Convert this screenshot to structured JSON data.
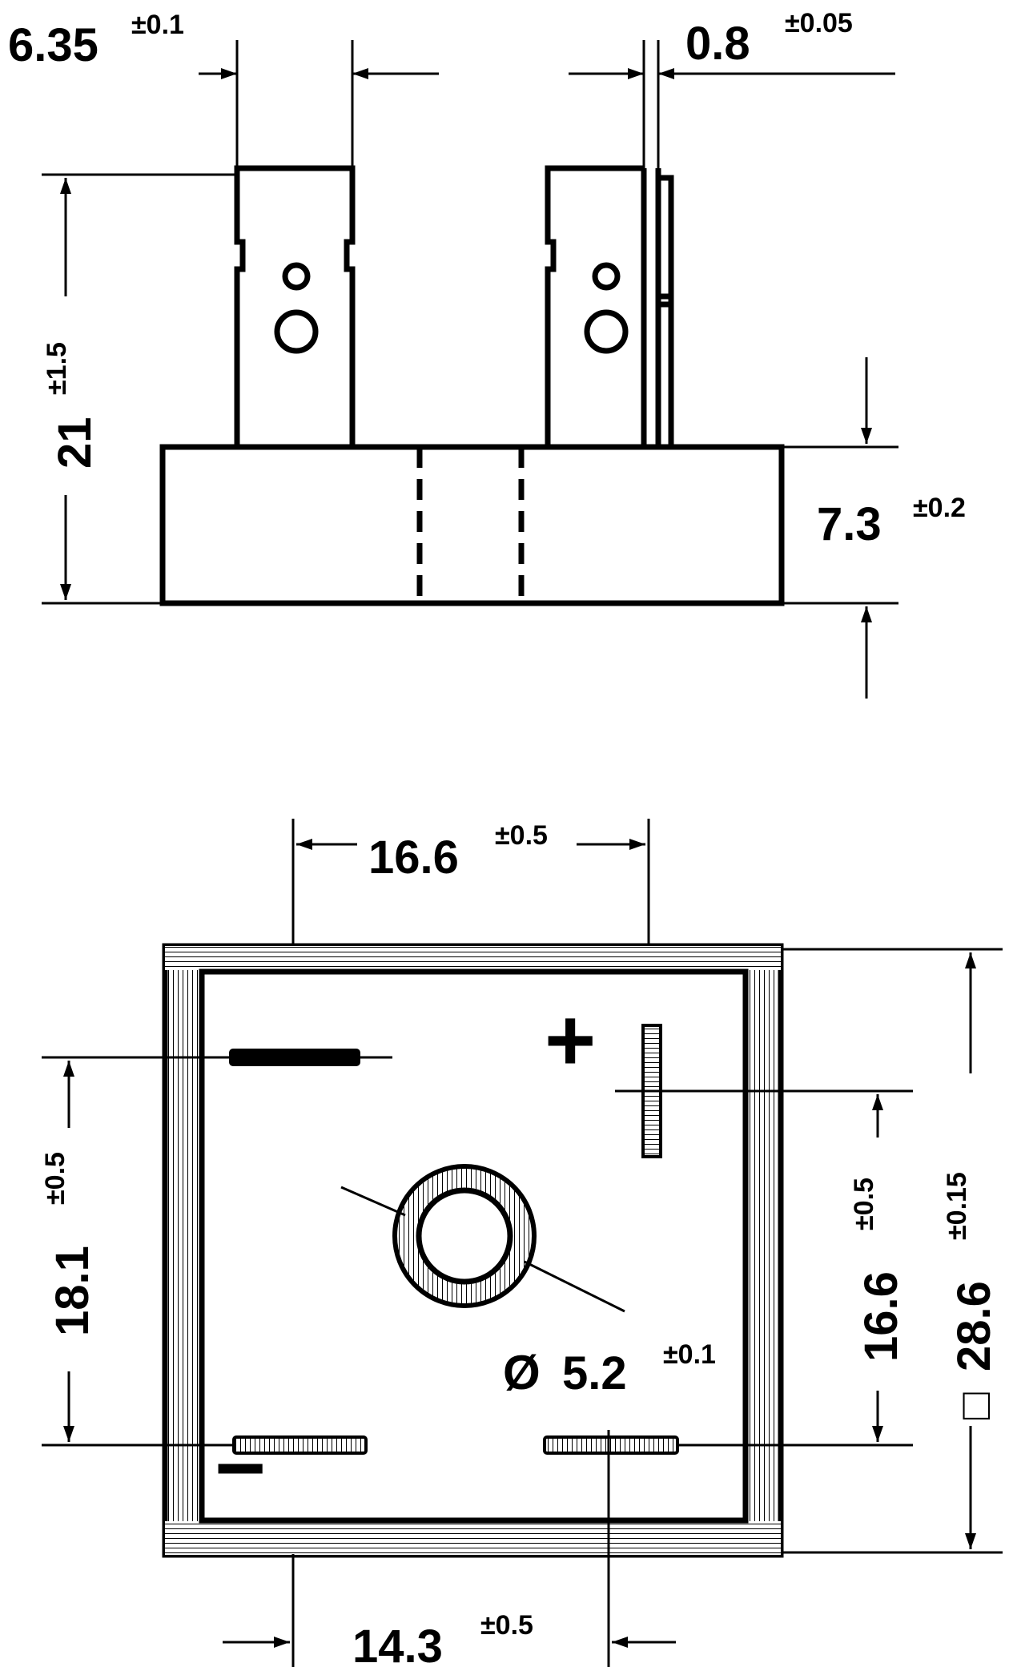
{
  "side_view": {
    "terminal_width": {
      "value": "6.35",
      "tolerance": "±0.1"
    },
    "terminal_thickness": {
      "value": "0.8",
      "tolerance": "±0.05"
    },
    "overall_height": {
      "value": "21",
      "tolerance": "±1.5"
    },
    "body_height": {
      "value": "7.3",
      "tolerance": "±0.2"
    }
  },
  "top_view": {
    "pin_spacing_top": {
      "value": "16.6",
      "tolerance": "±0.5"
    },
    "pin_spacing_bottom": {
      "value": "14.3",
      "tolerance": "±0.5"
    },
    "pin_spacing_left": {
      "value": "18.1",
      "tolerance": "±0.5"
    },
    "pin_spacing_right": {
      "value": "16.6",
      "tolerance": "±0.5"
    },
    "body_size": {
      "value": "28.6",
      "tolerance": "±0.15",
      "symbol": "□"
    },
    "hole_diameter": {
      "value": "5.2",
      "tolerance": "±0.1",
      "symbol": "Ø"
    },
    "polarity_plus": "+",
    "polarity_minus": "−"
  }
}
